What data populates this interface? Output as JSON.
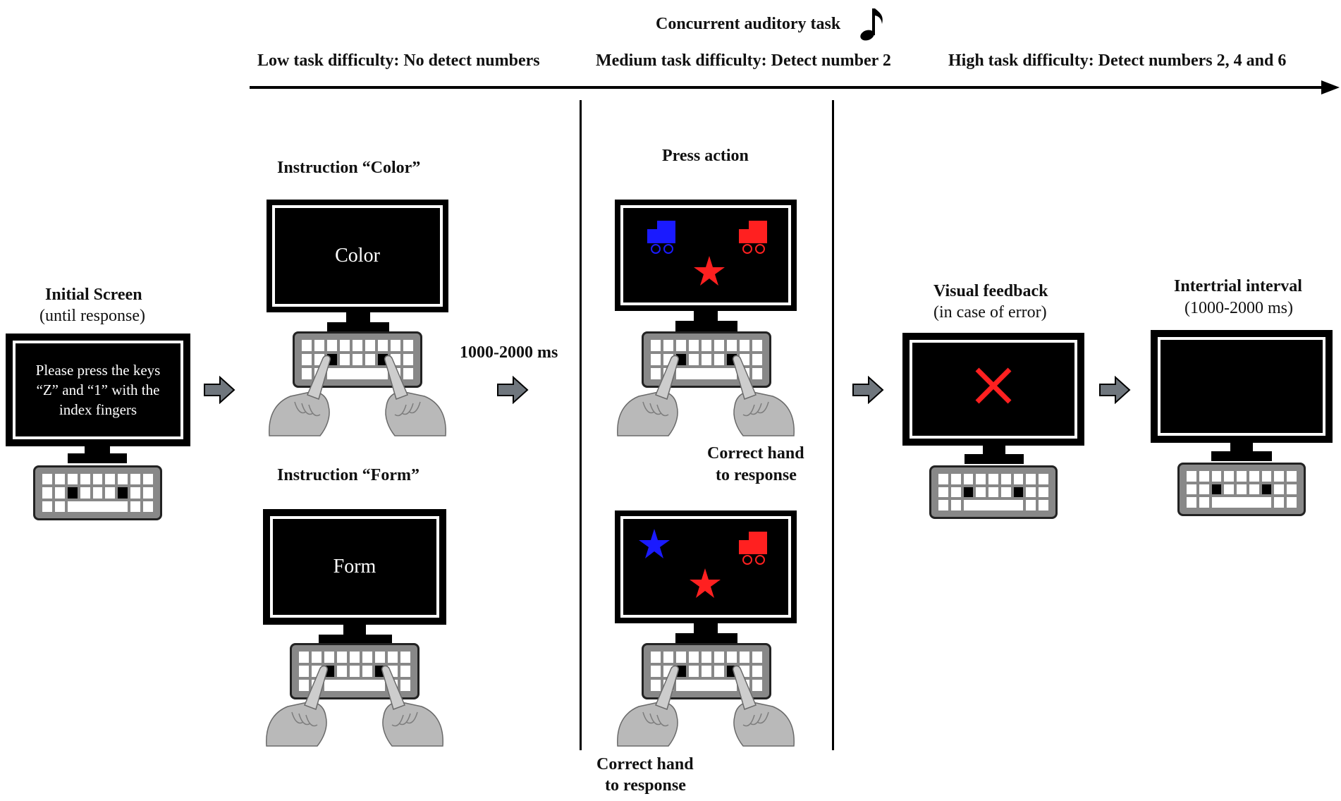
{
  "header": {
    "title": "Concurrent auditory task",
    "note_icon": "music-note-icon",
    "levels": [
      "Low task difficulty: No detect numbers",
      "Medium task difficulty: Detect number 2",
      "High task difficulty: Detect numbers 2, 4 and 6"
    ]
  },
  "initial": {
    "title": "Initial Screen",
    "subtitle": "(until response)",
    "screen_text": [
      "Please press the keys",
      "“Z” and “1” with the",
      "index fingers"
    ]
  },
  "instructions": {
    "color_title": "Instruction “Color”",
    "color_screen": "Color",
    "form_title": "Instruction “Form”",
    "form_screen": "Form"
  },
  "delay_label": "1000-2000 ms",
  "press": {
    "title": "Press action",
    "caption_top": [
      "Correct hand",
      "to response"
    ],
    "caption_bottom": [
      "Correct hand",
      "to response"
    ]
  },
  "feedback": {
    "title": "Visual feedback",
    "subtitle": "(in case of error)",
    "icon": "red-x-icon"
  },
  "iti": {
    "title": "Intertrial interval",
    "subtitle": "(1000-2000 ms)"
  },
  "colors": {
    "blue": "#1a1aff",
    "red": "#ff2020",
    "arrow": "#6f767d"
  }
}
